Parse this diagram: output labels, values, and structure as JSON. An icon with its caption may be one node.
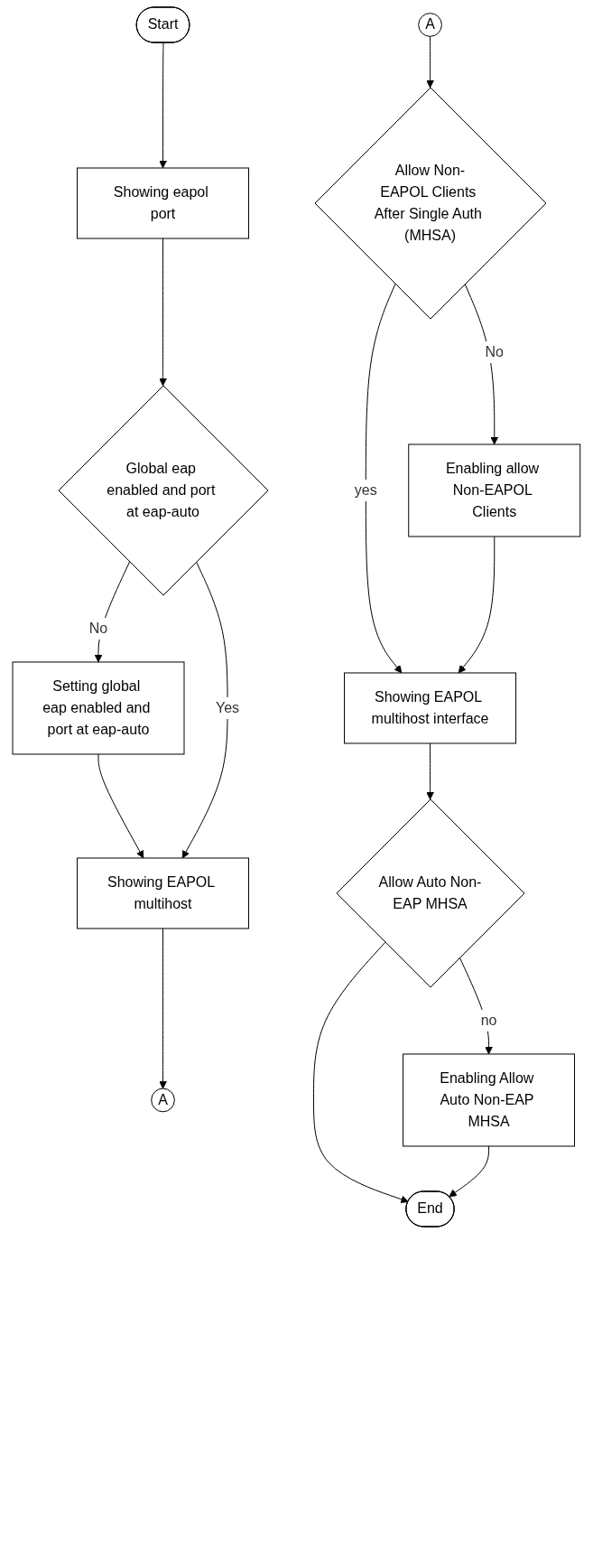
{
  "diagram": {
    "nodes": [
      {
        "text": [
          "Start"
        ]
      },
      {
        "text": [
          "Showing eapol port"
        ]
      },
      {
        "text": [
          "Global eap enabled and port at eap-auto"
        ]
      },
      {
        "text": [
          "Setting global eap enabled and port at eap-auto"
        ]
      },
      {
        "text": [
          "Showing EAPOL multihost"
        ]
      },
      {
        "text": [
          "A"
        ]
      },
      {
        "text": [
          "A"
        ]
      },
      {
        "text": [
          "Allow Non-EAPOL Clients After Single Auth (MHSA)"
        ]
      },
      {
        "text": [
          "Enabling allow Non-EAPOL Clients"
        ]
      },
      {
        "text": [
          "Showing EAPOL multihost interface"
        ]
      },
      {
        "text": [
          "Allow Auto Non-EAP MHSA"
        ]
      },
      {
        "text": [
          "Enabling Allow Auto Non-EAP MHSA"
        ]
      },
      {
        "text": [
          "End"
        ]
      }
    ],
    "edges": [
      {
        "from": 0,
        "to": 1,
        "arrow": "to"
      },
      {
        "from": 1,
        "to": 2,
        "arrow": "to"
      },
      {
        "from": 2,
        "to": 3,
        "label": "No",
        "arrow": "to"
      },
      {
        "from": 3,
        "to": 4,
        "arrow": "to"
      },
      {
        "from": 2,
        "to": 4,
        "label": "Yes",
        "arrow": "to"
      },
      {
        "from": 4,
        "to": 5,
        "arrow": "to"
      },
      {
        "from": 6,
        "to": 7,
        "arrow": "to"
      },
      {
        "from": 7,
        "to": 8,
        "label": "No",
        "arrow": "to"
      },
      {
        "from": 7,
        "to": 9,
        "label": "yes",
        "arrow": "to"
      },
      {
        "from": 8,
        "to": 9,
        "arrow": "to"
      },
      {
        "from": 9,
        "to": 10,
        "arrow": "to"
      },
      {
        "from": 10,
        "to": 11,
        "label": "no",
        "arrow": "to"
      },
      {
        "from": 10,
        "to": 12,
        "arrow": "to"
      },
      {
        "from": 11,
        "to": 12,
        "arrow": "to"
      }
    ]
  }
}
